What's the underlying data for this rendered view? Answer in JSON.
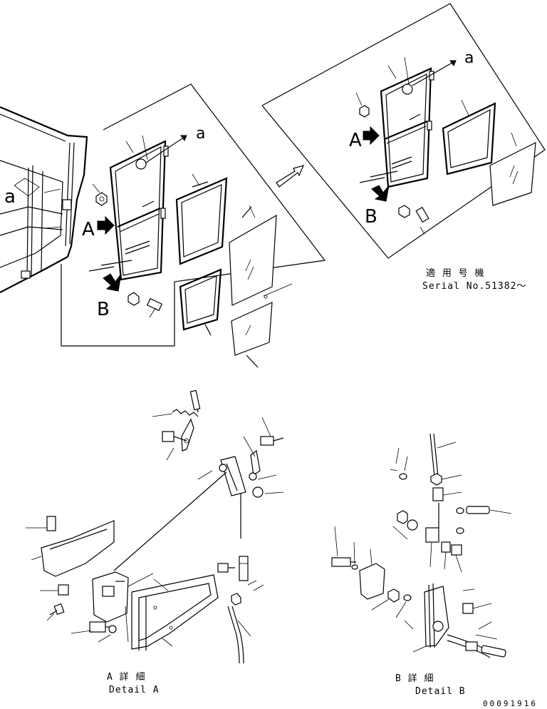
{
  "callouts": {
    "a_left": "a",
    "a_arrow_left": "a",
    "a_arrow_right": "a",
    "A_left": "A",
    "B_left": "B",
    "A_right": "A",
    "B_right": "B"
  },
  "serial_note": {
    "jp": "適 用 号 機",
    "en": "Serial No.51382～"
  },
  "detail_a": {
    "jp": "A 詳 細",
    "en": "Detail A"
  },
  "detail_b": {
    "jp": "B 詳 細",
    "en": "Detail B"
  },
  "doc_number": "00091916"
}
